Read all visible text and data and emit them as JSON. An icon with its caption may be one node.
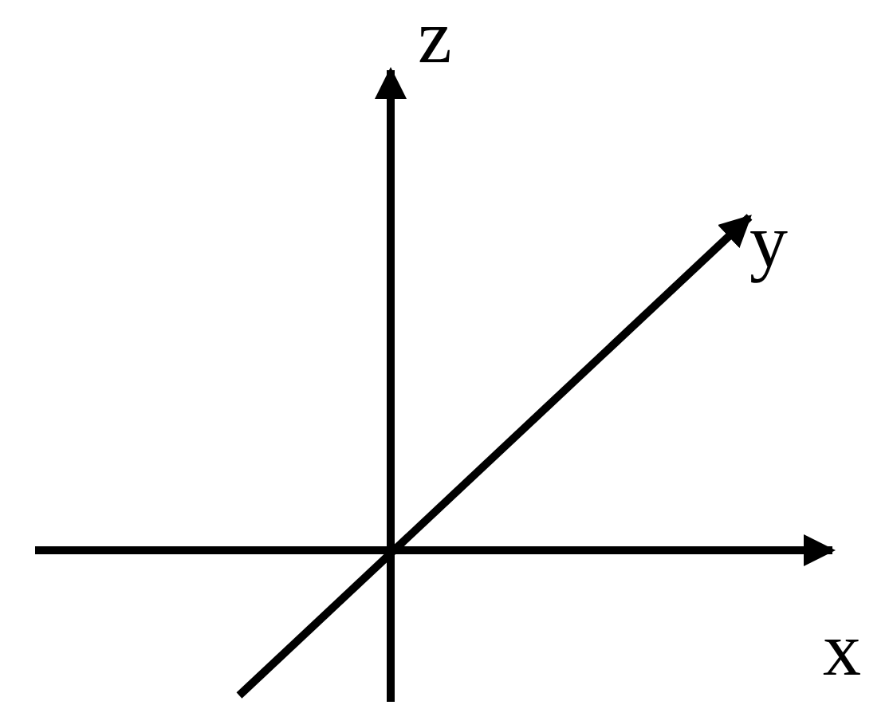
{
  "diagram": {
    "labels": [
      "z",
      "y",
      "x"
    ]
  }
}
